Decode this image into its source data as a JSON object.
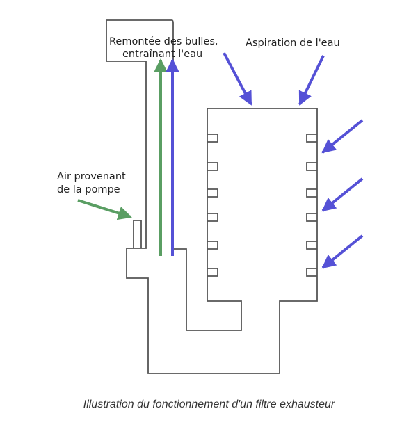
{
  "labels": {
    "bubbles_line1": "Remontée des bulles,",
    "bubbles_line2": "entraînant l'eau",
    "intake": "Aspiration de l'eau",
    "air_line1": "Air provenant",
    "air_line2": "de la pompe"
  },
  "caption": "Illustration du fonctionnement d'un filtre exhausteur",
  "colors": {
    "air_arrow": "#5a9e63",
    "water_arrow": "#5551d6",
    "outline": "#555555",
    "text": "#222222"
  },
  "icons": {
    "air_arrow": "arrow-right-icon",
    "water_arrow": "arrow-down-icon"
  }
}
